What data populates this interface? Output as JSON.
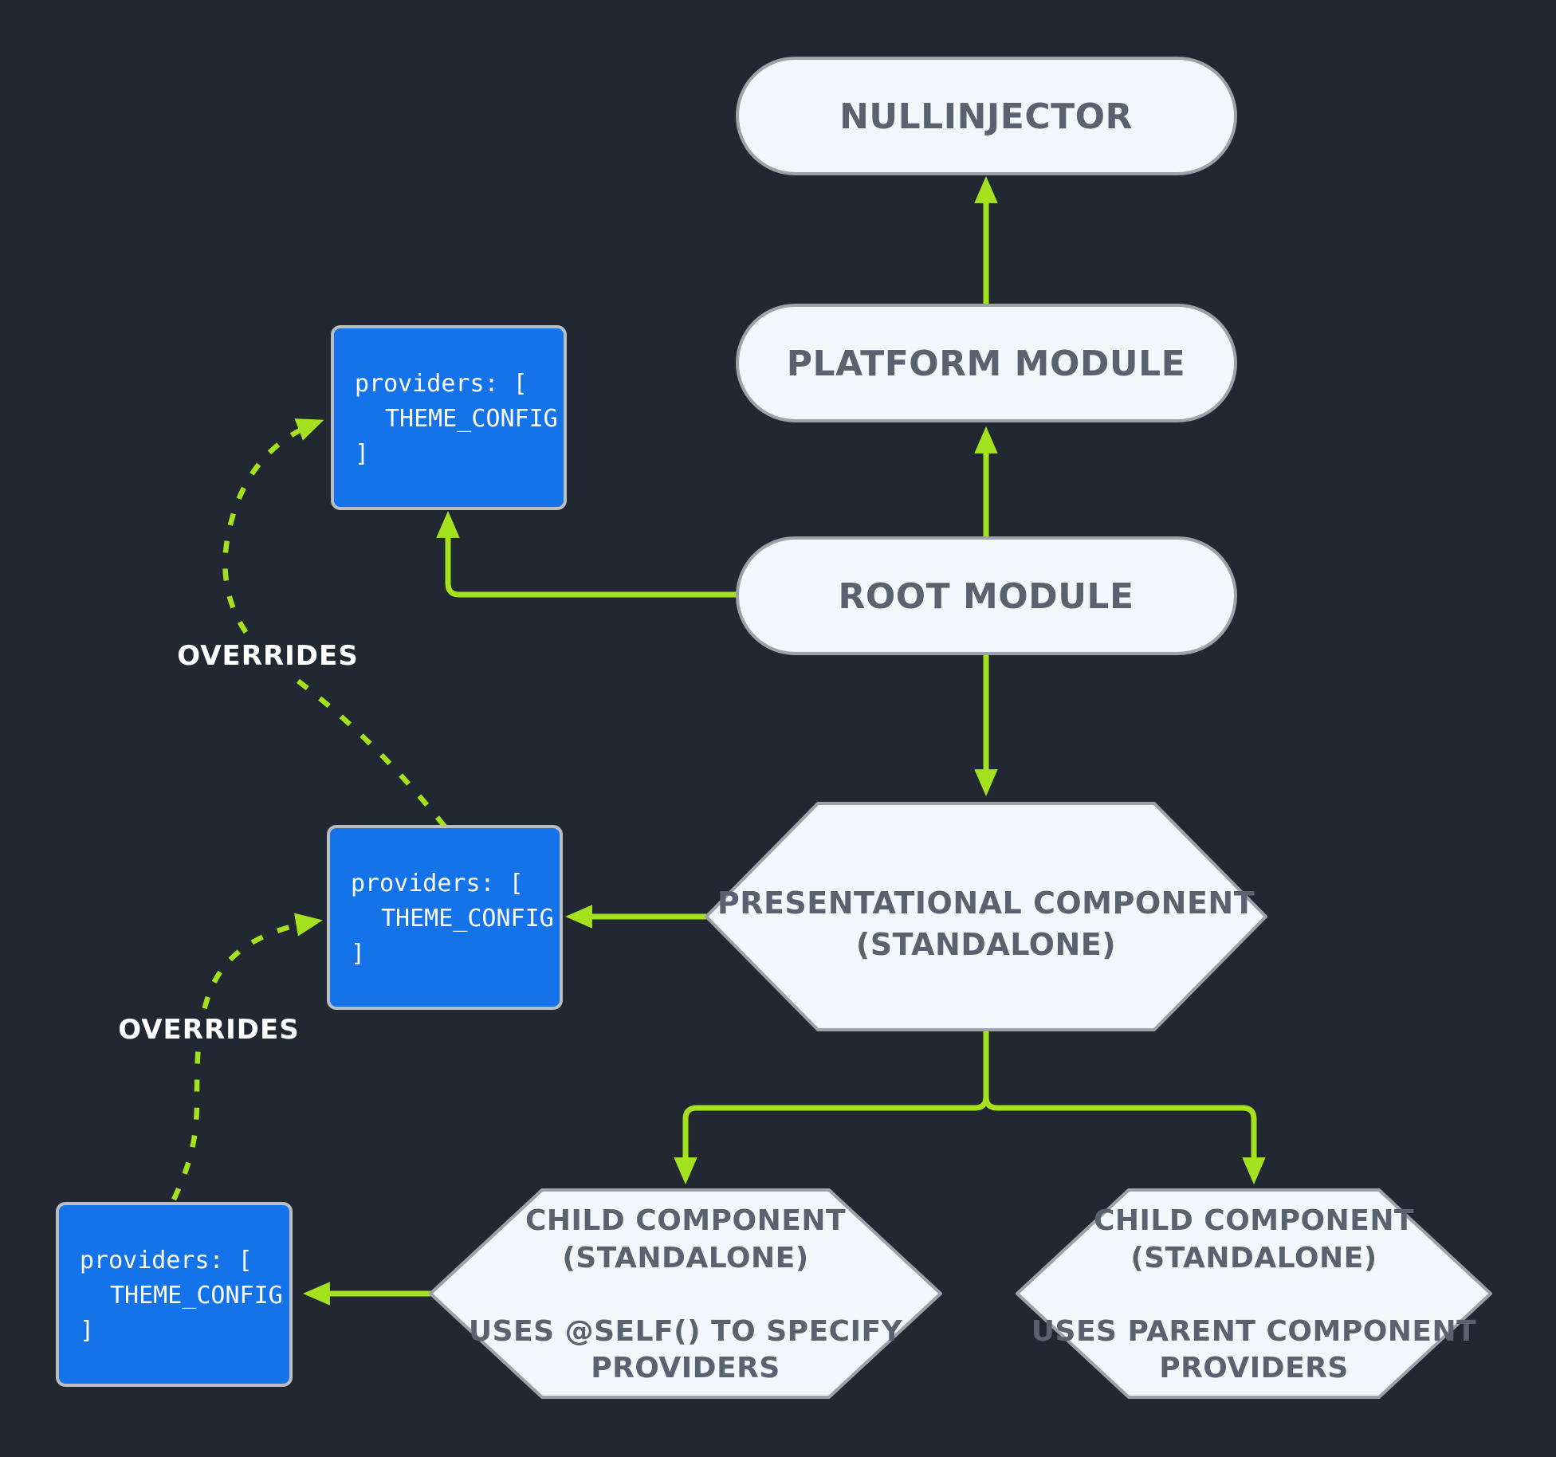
{
  "colors": {
    "background": "#222831",
    "edge_green": "#a4e11f",
    "node_fill": "#f2f7fc",
    "node_border": "#9ca2a8",
    "node_text": "#5a6270",
    "code_box_blue": "#1573e9",
    "code_box_border": "#bbbec1",
    "code_text": "#ffffff",
    "edge_label_text": "#ffffff"
  },
  "nodes": {
    "nullinjector": {
      "label": "NULLINJECTOR"
    },
    "platform_module": {
      "label": "PLATFORM MODULE"
    },
    "root_module": {
      "label": "ROOT MODULE"
    },
    "presentational_component": {
      "line1": "PRESENTATIONAL COMPONENT",
      "line2": "(STANDALONE)"
    },
    "child_component_self": {
      "line1": "CHILD COMPONENT",
      "line2": "(STANDALONE)",
      "line3": "USES @SELF() TO SPECIFY",
      "line4": "PROVIDERS"
    },
    "child_component_parent": {
      "line1": "CHILD COMPONENT",
      "line2": "(STANDALONE)",
      "line3": "USES PARENT COMPONENT",
      "line4": "PROVIDERS"
    },
    "providers_box_root": {
      "line1": "providers: [",
      "line2": "THEME_CONFIG",
      "line3": "]"
    },
    "providers_box_presentational": {
      "line1": "providers: [",
      "line2": "THEME_CONFIG",
      "line3": "]"
    },
    "providers_box_child": {
      "line1": "providers: [",
      "line2": "THEME_CONFIG",
      "line3": "]"
    }
  },
  "edge_labels": {
    "overrides_top": "OVERRIDES",
    "overrides_bottom": "OVERRIDES"
  }
}
